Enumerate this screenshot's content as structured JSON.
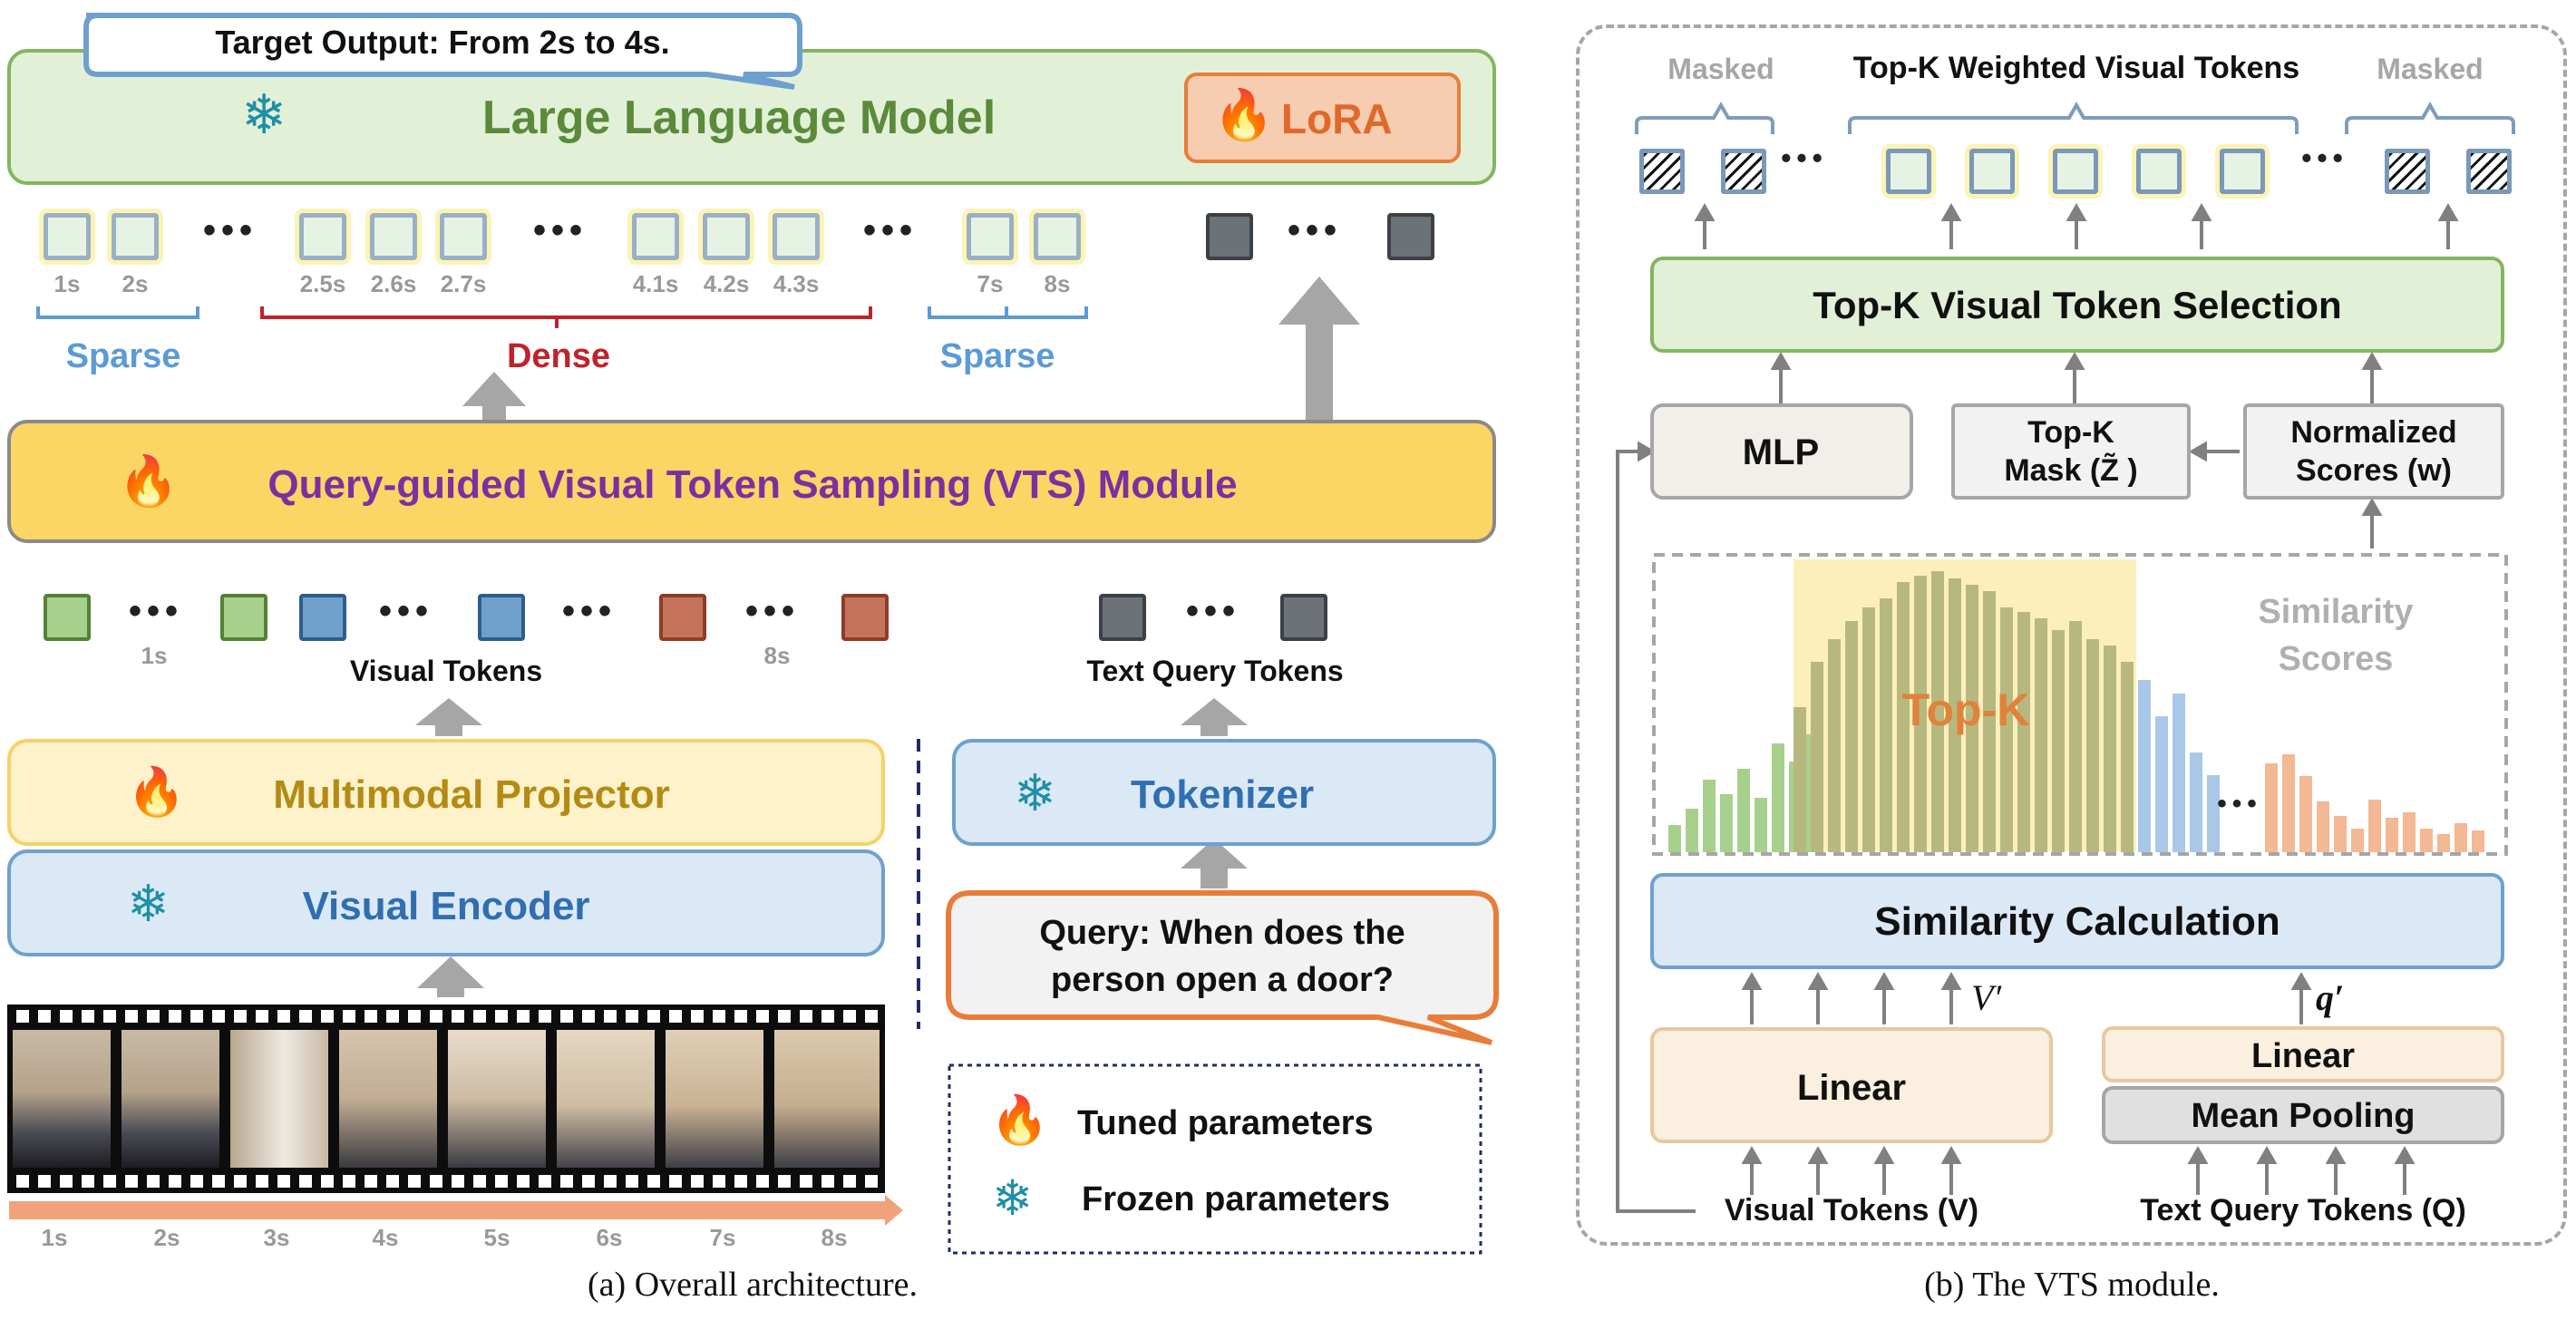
{
  "panel_a": {
    "target_output": "Target Output: From 2s to 4s.",
    "llm": "Large Language Model",
    "lora": "LoRA",
    "token_times_1": [
      "1s",
      "2s"
    ],
    "token_times_2": [
      "2.5s",
      "2.6s",
      "2.7s"
    ],
    "token_times_3": [
      "4.1s",
      "4.2s",
      "4.3s"
    ],
    "token_times_4": [
      "7s",
      "8s"
    ],
    "sparse_left": "Sparse",
    "dense": "Dense",
    "sparse_right": "Sparse",
    "vts_module": "Query-guided Visual Token Sampling (VTS) Module",
    "vt_time_1s": "1s",
    "vt_time_8s": "8s",
    "visual_tokens": "Visual Tokens",
    "text_query_tokens": "Text Query Tokens",
    "projector": "Multimodal Projector",
    "encoder": "Visual Encoder",
    "tokenizer": "Tokenizer",
    "query_line1": "Query: When does the",
    "query_line2": "person open a door?",
    "legend_tuned": "Tuned parameters",
    "legend_frozen": "Frozen parameters",
    "timeline": [
      "1s",
      "2s",
      "3s",
      "4s",
      "5s",
      "6s",
      "7s",
      "8s"
    ],
    "caption": "(a) Overall architecture."
  },
  "panel_b": {
    "masked_left": "Masked",
    "topk_weighted": "Top-K Weighted Visual Tokens",
    "masked_right": "Masked",
    "topk_selection": "Top-K Visual Token Selection",
    "mlp": "MLP",
    "topk_mask_line1": "Top-K",
    "topk_mask_line2": "Mask (Z̃ )",
    "norm_scores_line1": "Normalized",
    "norm_scores_line2": "Scores (w)",
    "similarity_scores_line1": "Similarity",
    "similarity_scores_line2": "Scores",
    "topk": "Top-K",
    "similarity_calc": "Similarity Calculation",
    "v_prime": "V′",
    "q_prime": "q′",
    "linear_left": "Linear",
    "linear_right": "Linear",
    "mean_pooling": "Mean Pooling",
    "visual_tokens_v": "Visual Tokens (V)",
    "text_query_tokens_q": "Text Query Tokens (Q)",
    "caption": "(b) The VTS module."
  },
  "colors": {
    "green_fill": "#e3f0d8",
    "green_border": "#84b561",
    "green_text": "#5a8a3a",
    "yellow_fill": "#fbd665",
    "purple_text": "#7d2fa0",
    "light_yellow_fill": "#fdf2c9",
    "gold_text": "#b38b14",
    "blue_fill": "#dbe8f5",
    "blue_border": "#6fa0d0",
    "blue_text": "#2f6fb0",
    "orange_fill": "#f6cdb0",
    "orange_border": "#e87d3a",
    "orange_text": "#e0682a",
    "red_text": "#c0222b",
    "sparse_blue": "#5b9bd5"
  }
}
